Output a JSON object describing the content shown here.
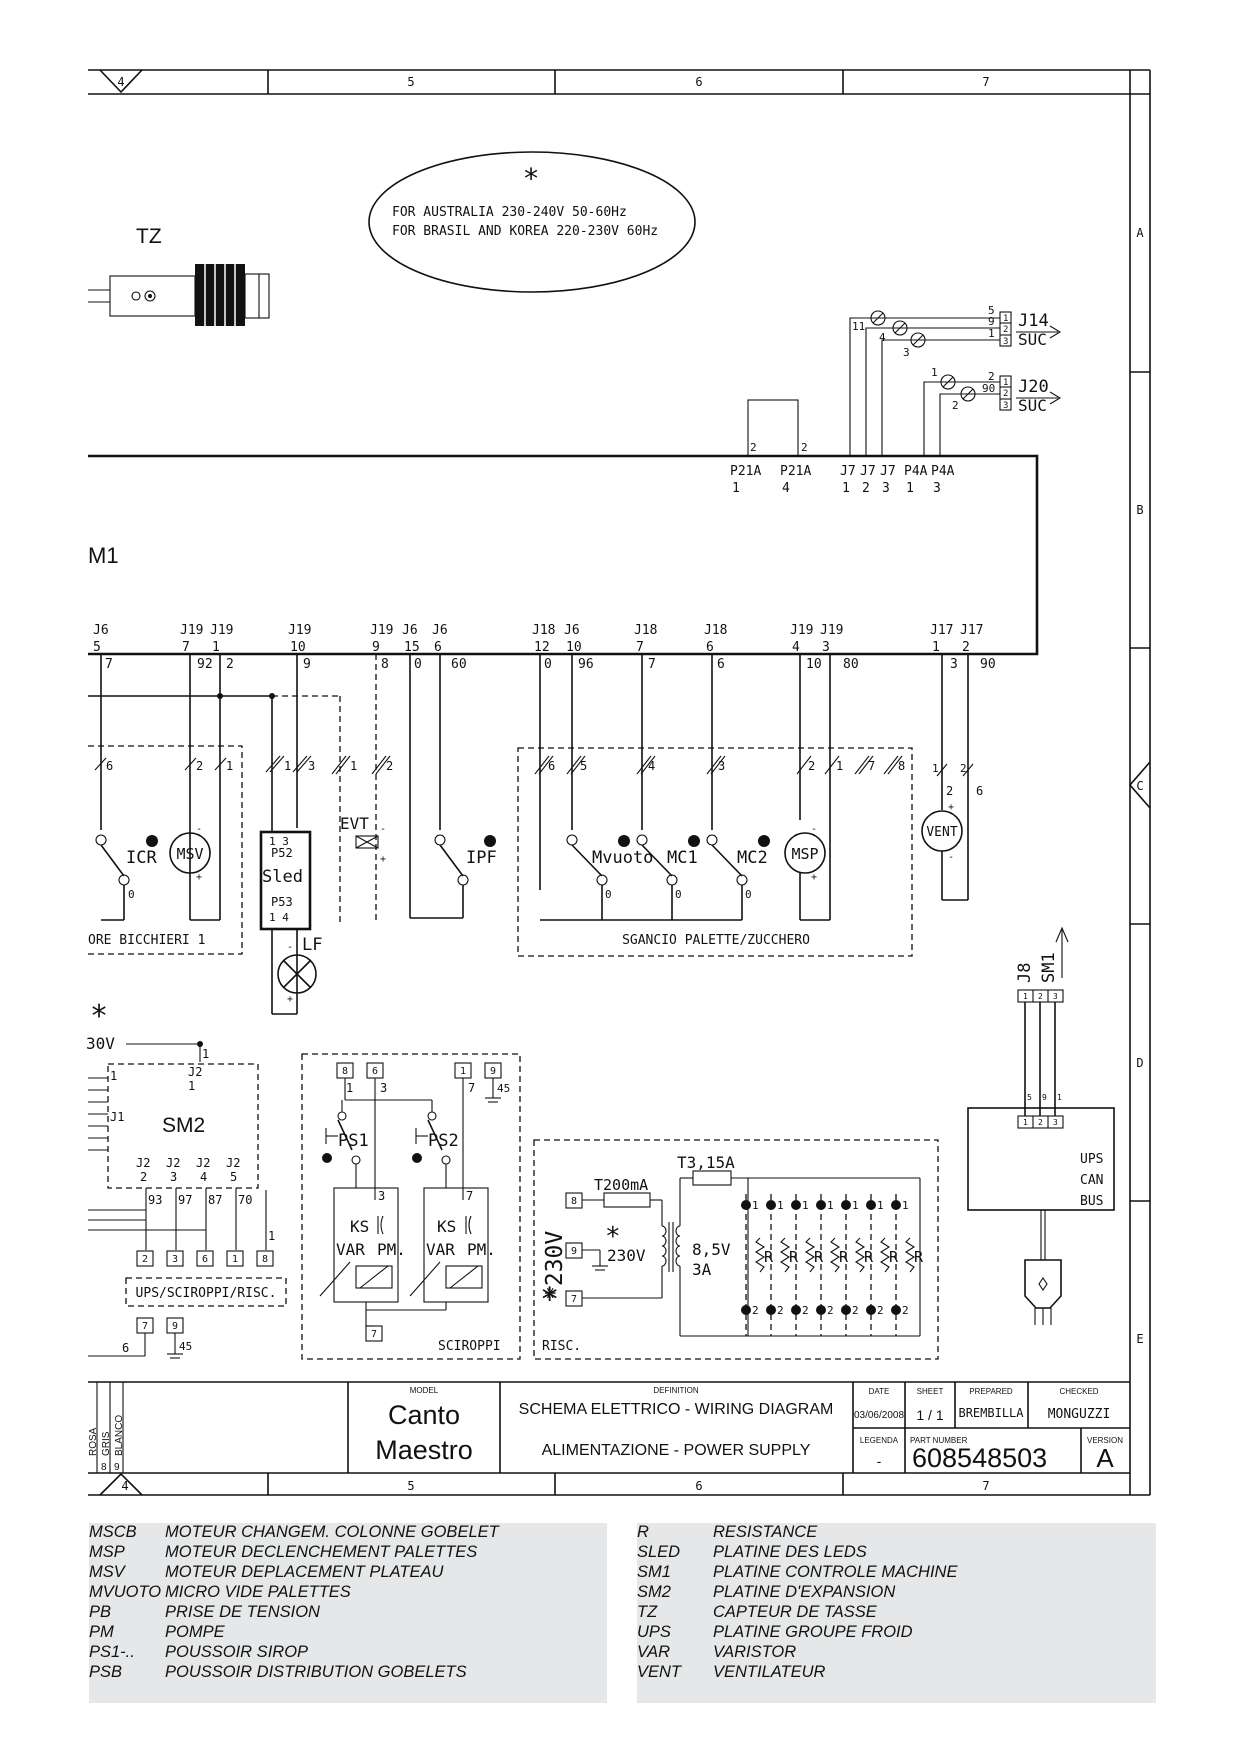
{
  "frame": {
    "top_columns": [
      "4",
      "5",
      "6",
      "7"
    ],
    "bottom_columns": [
      "4",
      "5",
      "6",
      "7"
    ],
    "rows": [
      "A",
      "B",
      "C",
      "D",
      "E"
    ]
  },
  "note": {
    "asterisk": "*",
    "line1": "FOR AUSTRALIA 230-240V 50-60Hz",
    "line2": "FOR BRASIL AND KOREA 220-230V 60Hz"
  },
  "components": {
    "tz": "TZ",
    "m1": "M1",
    "sm2": "SM2",
    "icr": "ICR",
    "msv": "MSV",
    "sled": "Sled",
    "p52": "P52",
    "p53": "P53",
    "sled_pins_top": "1  3",
    "sled_pins_bottom": "1  4",
    "lf": "LF",
    "evt": "EVT",
    "ipf": "IPF",
    "mvuoto": "Mvuoto",
    "mc1": "MC1",
    "mc2": "MC2",
    "msp": "MSP",
    "vent": "VENT",
    "ps1": "PS1",
    "ps2": "PS2",
    "ks": "KS",
    "var": "VAR",
    "pm": "PM.",
    "t200": "T200mA",
    "t315": "T3,15A",
    "v230": "230V",
    "v230_big": "*230V",
    "sec_v": "8,5V",
    "sec_a": "3A",
    "r": "R",
    "j14": "J14",
    "j20": "J20",
    "suc": "SUC",
    "j8": "J8",
    "sm1": "SM1",
    "ups": "UPS",
    "can": "CAN",
    "bus": "BUS",
    "v30": "30V",
    "star": "*"
  },
  "groups": {
    "bicchieri": "ORE BICCHIERI 1",
    "sgancio": "SGANCIO PALETTE/ZUCCHERO",
    "ups_sciroppi": "UPS/SCIROPPI/RISC.",
    "sciroppi": "SCIROPPI",
    "risc": "RISC."
  },
  "connectors_top": [
    {
      "name": "J6",
      "pin": "5"
    },
    {
      "name": "J19",
      "pin": "7"
    },
    {
      "name": "J19",
      "pin": "1"
    },
    {
      "name": "J19",
      "pin": "10"
    },
    {
      "name": "J19",
      "pin": "9"
    },
    {
      "name": "J6",
      "pin": "15"
    },
    {
      "name": "J6",
      "pin": "6"
    },
    {
      "name": "J18",
      "pin": "12"
    },
    {
      "name": "J6",
      "pin": "10"
    },
    {
      "name": "J18",
      "pin": "7"
    },
    {
      "name": "J18",
      "pin": "6"
    },
    {
      "name": "J19",
      "pin": "4"
    },
    {
      "name": "J19",
      "pin": "3"
    },
    {
      "name": "J17",
      "pin": "1"
    },
    {
      "name": "J17",
      "pin": "2"
    }
  ],
  "wire_numbers_top": [
    "7",
    "92",
    "2",
    "9",
    "8",
    "0",
    "60",
    "0",
    "96",
    "7",
    "6",
    "10",
    "80",
    "3",
    "90"
  ],
  "connectors_board_top": [
    {
      "name": "P21A",
      "pin": "1"
    },
    {
      "name": "P21A",
      "pin": "4"
    },
    {
      "name": "J7",
      "pin": "1"
    },
    {
      "name": "J7",
      "pin": "2"
    },
    {
      "name": "J7",
      "pin": "3"
    },
    {
      "name": "P4A",
      "pin": "1"
    },
    {
      "name": "P4A",
      "pin": "3"
    }
  ],
  "title_block": {
    "model_label": "MODEL",
    "model_line1": "Canto",
    "model_line2": "Maestro",
    "definition_label": "DEFINITION",
    "definition_line1": "SCHEMA ELETTRICO - WIRING DIAGRAM",
    "definition_line2": "ALIMENTAZIONE - POWER SUPPLY",
    "date_label": "DATE",
    "date": "03/06/2008",
    "sheet_label": "SHEET",
    "sheet": "1 / 1",
    "prepared_label": "PREPARED",
    "prepared": "BREMBILLA",
    "checked_label": "CHECKED",
    "checked": "MONGUZZI",
    "legend_label": "LEGENDA",
    "legend_value": "-",
    "part_label": "PART NUMBER",
    "part_number": "608548503",
    "version_label": "VERSION",
    "version": "A",
    "colors": [
      "ROSA",
      "GRIS",
      "BLANCO"
    ],
    "color_nums": [
      "8",
      "9"
    ]
  },
  "legend_left": [
    {
      "code": "MSCB",
      "desc": "MOTEUR CHANGEM. COLONNE GOBELET"
    },
    {
      "code": "MSP",
      "desc": "MOTEUR DECLENCHEMENT PALETTES"
    },
    {
      "code": "MSV",
      "desc": "MOTEUR DEPLACEMENT PLATEAU"
    },
    {
      "code": "MVUOTO",
      "desc": "MICRO VIDE PALETTES"
    },
    {
      "code": "PB",
      "desc": "PRISE DE TENSION"
    },
    {
      "code": "PM",
      "desc": "POMPE"
    },
    {
      "code": "PS1-..",
      "desc": "POUSSOIR SIROP"
    },
    {
      "code": "PSB",
      "desc": "POUSSOIR DISTRIBUTION GOBELETS"
    }
  ],
  "legend_right": [
    {
      "code": "R",
      "desc": "RESISTANCE"
    },
    {
      "code": "SLED",
      "desc": "PLATINE DES LEDS"
    },
    {
      "code": "SM1",
      "desc": "PLATINE CONTROLE MACHINE"
    },
    {
      "code": "SM2",
      "desc": "PLATINE D'EXPANSION"
    },
    {
      "code": "TZ",
      "desc": "CAPTEUR DE TASSE"
    },
    {
      "code": "UPS",
      "desc": "PLATINE GROUPE  FROID"
    },
    {
      "code": "VAR",
      "desc": "VARISTOR"
    },
    {
      "code": "VENT",
      "desc": "VENTILATEUR"
    }
  ]
}
